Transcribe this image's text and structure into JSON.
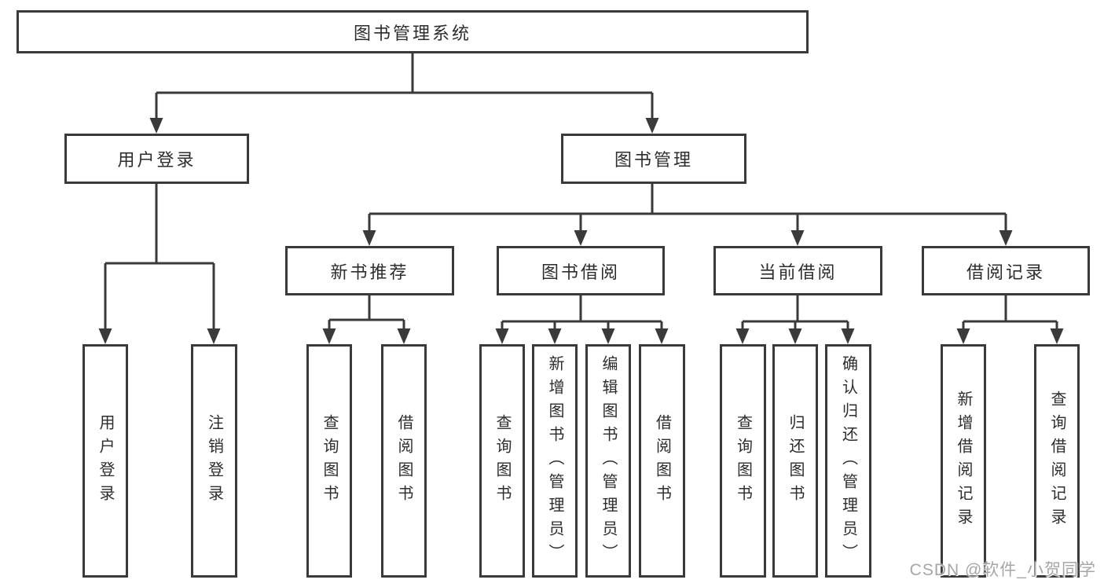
{
  "diagram": {
    "title": "图书管理系统",
    "root": "图书管理系统",
    "level2": [
      "用户登录",
      "图书管理"
    ],
    "level3": [
      "新书推荐",
      "图书借阅",
      "当前借阅",
      "借阅记录"
    ],
    "leaves": {
      "login": [
        "用户登录",
        "注销登录"
      ],
      "recommend": [
        "查询图书",
        "借阅图书"
      ],
      "borrow": [
        "查询图书",
        "新增图书（管理员）",
        "编辑图书（管理员）",
        "借阅图书"
      ],
      "current": [
        "查询图书",
        "归还图书",
        "确认归还（管理员）"
      ],
      "records": [
        "新增借阅记录",
        "查询借阅记录"
      ]
    }
  },
  "watermark": "CSDN @软件_小贺同学",
  "colors": {
    "line": "#3a3a3a",
    "text": "#2d2d2d",
    "background": "#ffffff",
    "watermark": "#a6a6a6"
  }
}
